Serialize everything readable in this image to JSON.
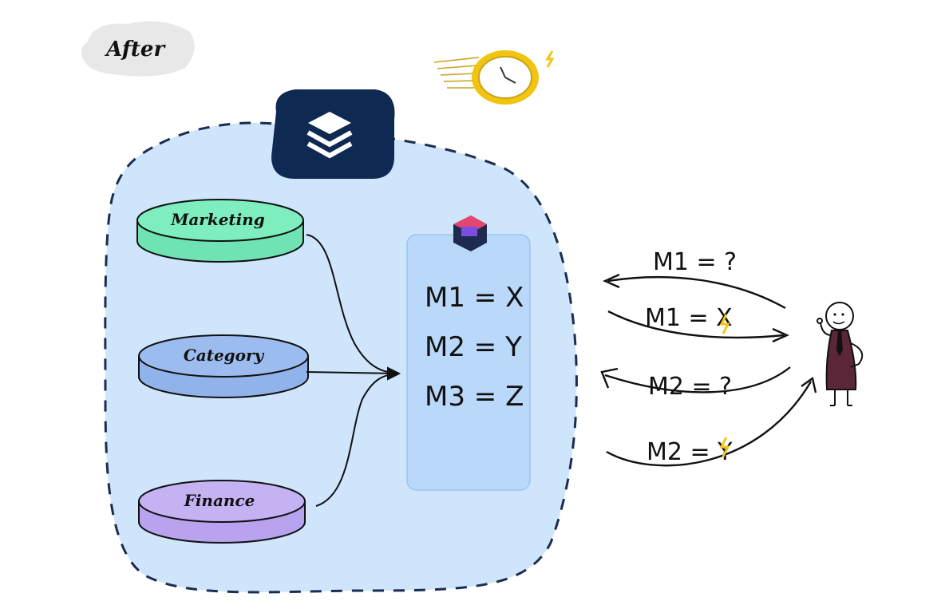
{
  "header": {
    "label": "After"
  },
  "sources": [
    {
      "label": "Marketing",
      "color": "#6fe3b4"
    },
    {
      "label": "Category",
      "color": "#8fb3ea"
    },
    {
      "label": "Finance",
      "color": "#b9a3ee"
    }
  ],
  "metrics_panel": {
    "rows": [
      "M1 = X",
      "M2 = Y",
      "M3 = Z"
    ]
  },
  "exchanges": {
    "q1": "M1 = ?",
    "a1": "M1 = X",
    "q2": "M2 = ?",
    "a2": "M2 = Y"
  },
  "colors": {
    "region_fill": "#cfe5fb",
    "region_border": "#1a2d50",
    "logo_bg": "#0f2a52",
    "panel_fill": "#b9d8fa",
    "bolt": "#f5c518",
    "clock": "#f1c40f",
    "person_body": "#5a2638"
  },
  "icons": [
    "stack-logo-icon",
    "cube-icon",
    "speed-clock-icon",
    "bolt-icon",
    "person-icon"
  ]
}
